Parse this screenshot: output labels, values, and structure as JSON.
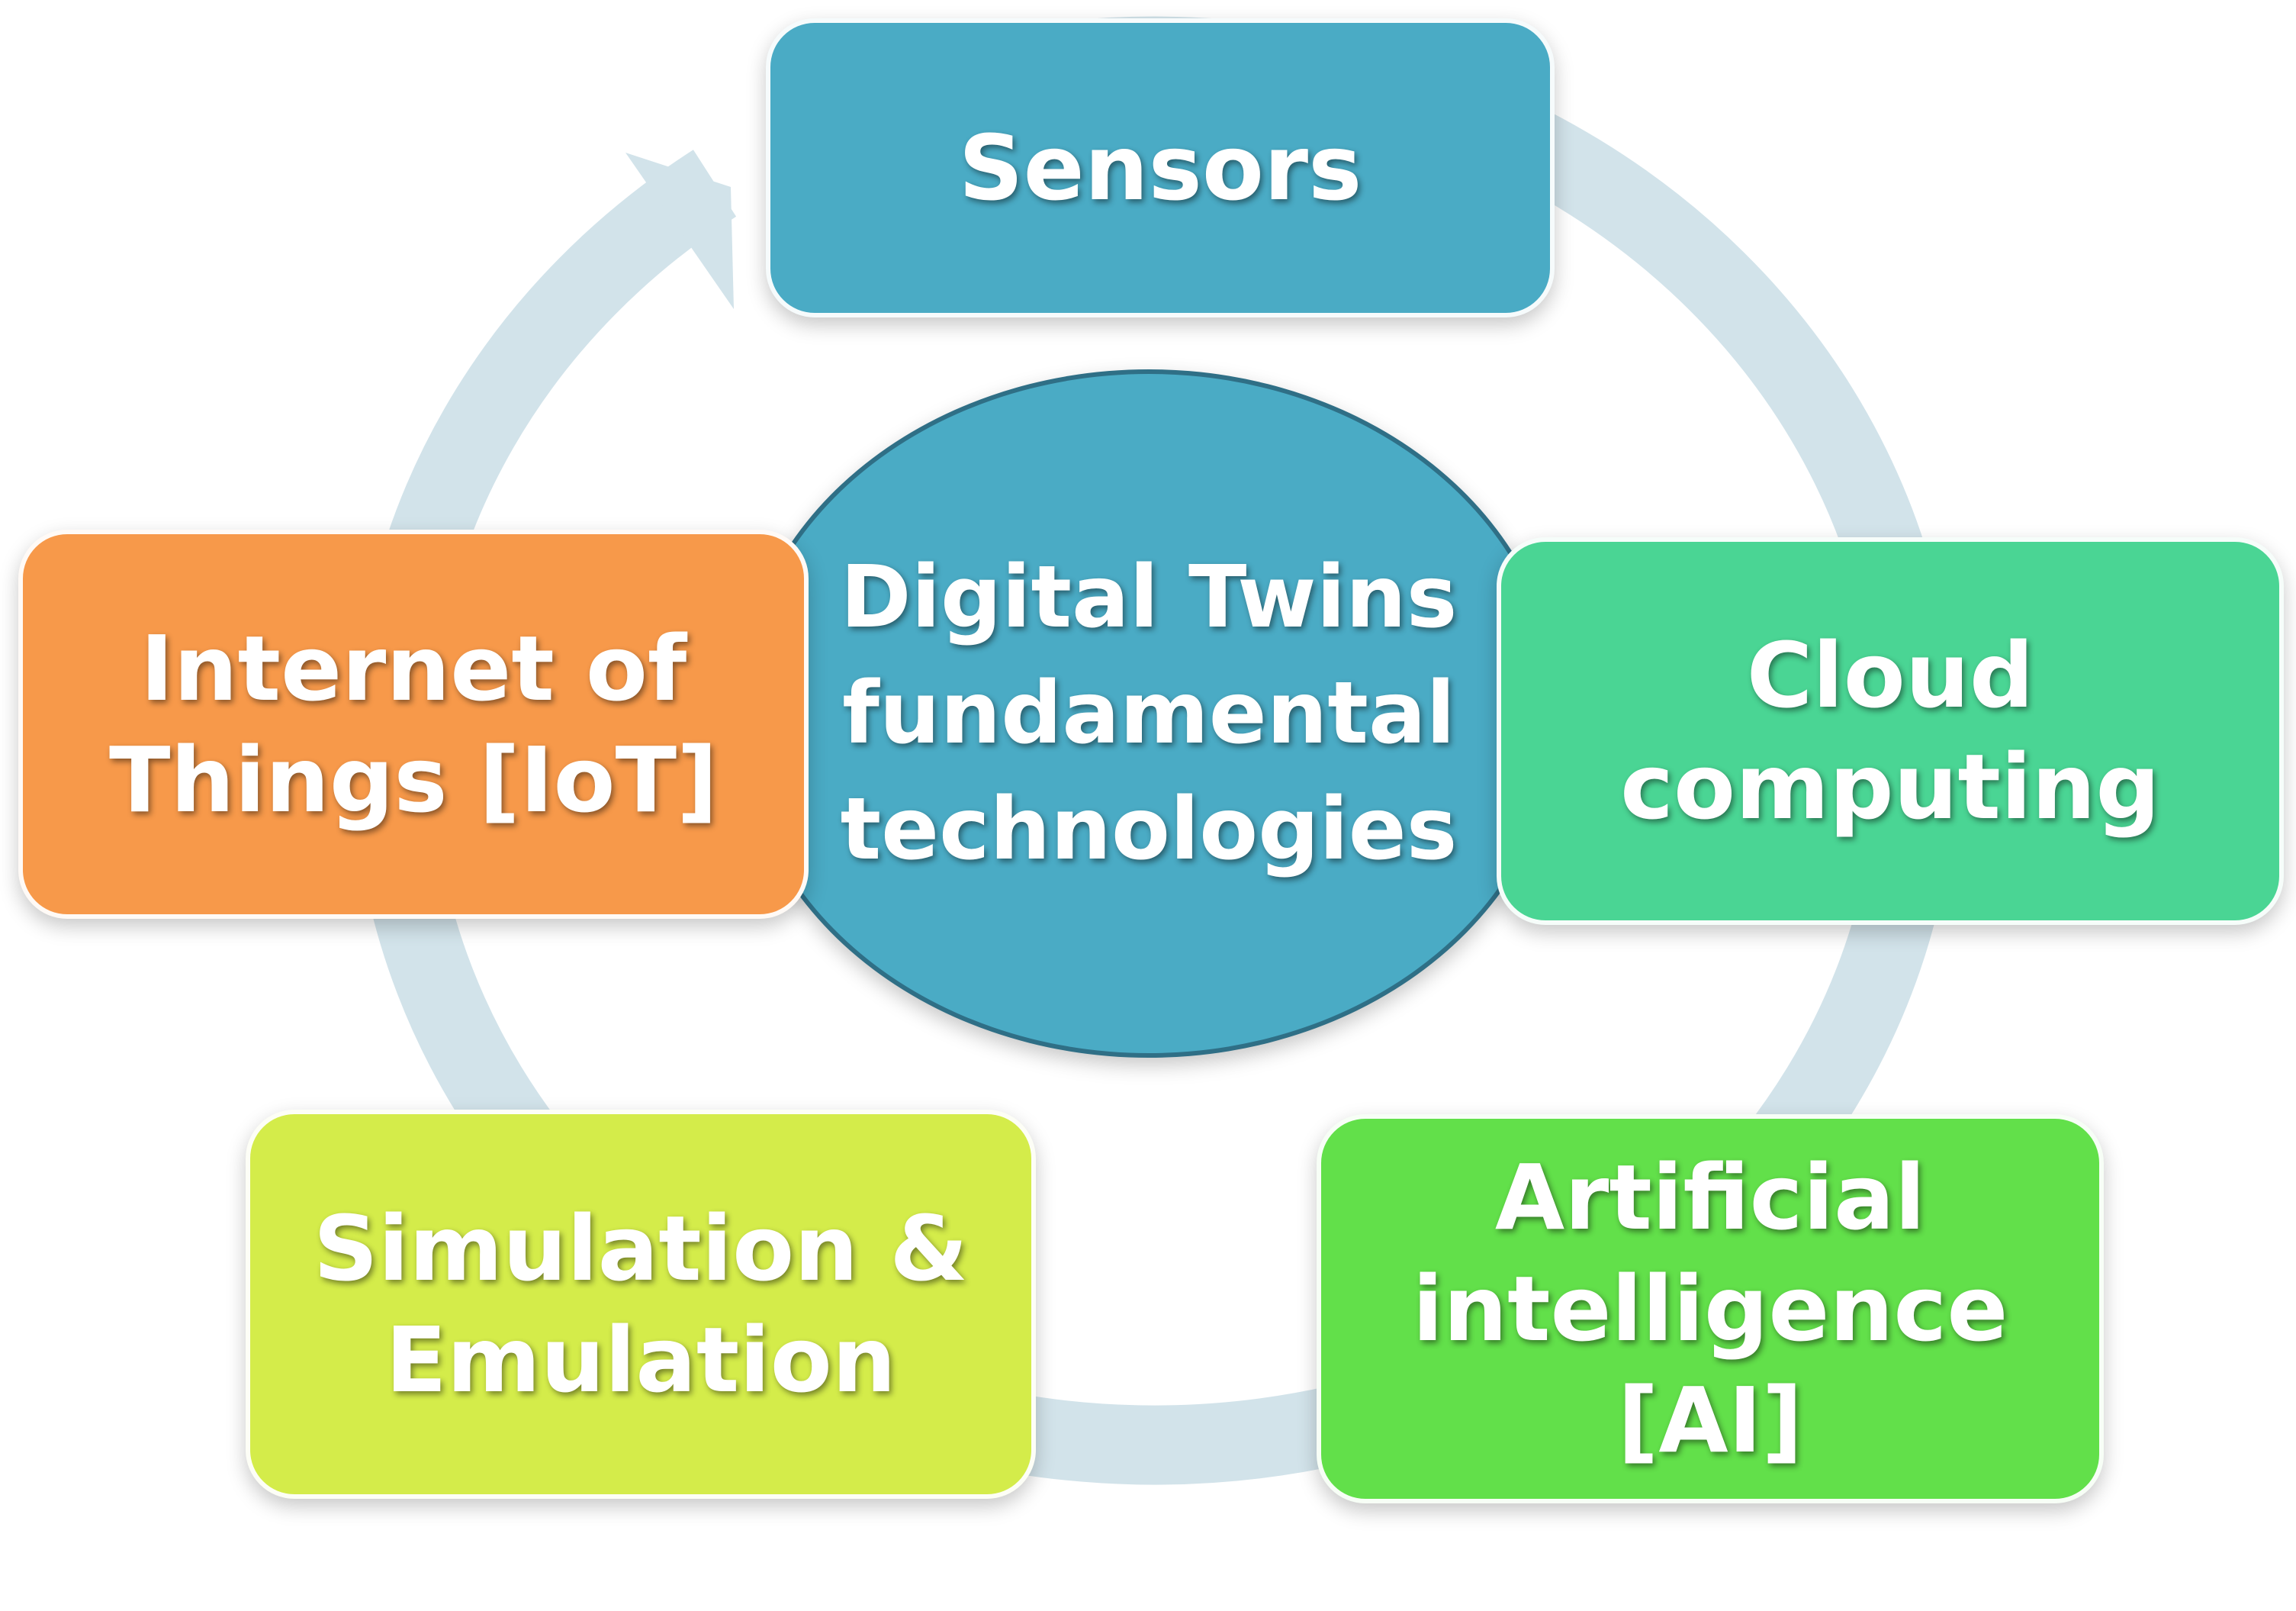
{
  "diagram": {
    "center": {
      "label": "Digital Twins\nfundamental\ntechnologies",
      "fill": "#4aabc5"
    },
    "nodes": [
      {
        "id": "sensors",
        "label": "Sensors",
        "fill": "#4aabc5"
      },
      {
        "id": "cloud",
        "label": "Cloud\ncomputing",
        "fill": "#4ad594"
      },
      {
        "id": "ai",
        "label": "Artificial\nintelligence [AI]",
        "fill": "#62e04a"
      },
      {
        "id": "sim",
        "label": "Simulation &\nEmulation",
        "fill": "#d4ec4a"
      },
      {
        "id": "iot",
        "label": "Internet of\nThings [IoT]",
        "fill": "#f7994a"
      }
    ],
    "cycle_arrow": {
      "color": "#d2e3ea",
      "direction": "clockwise"
    }
  }
}
